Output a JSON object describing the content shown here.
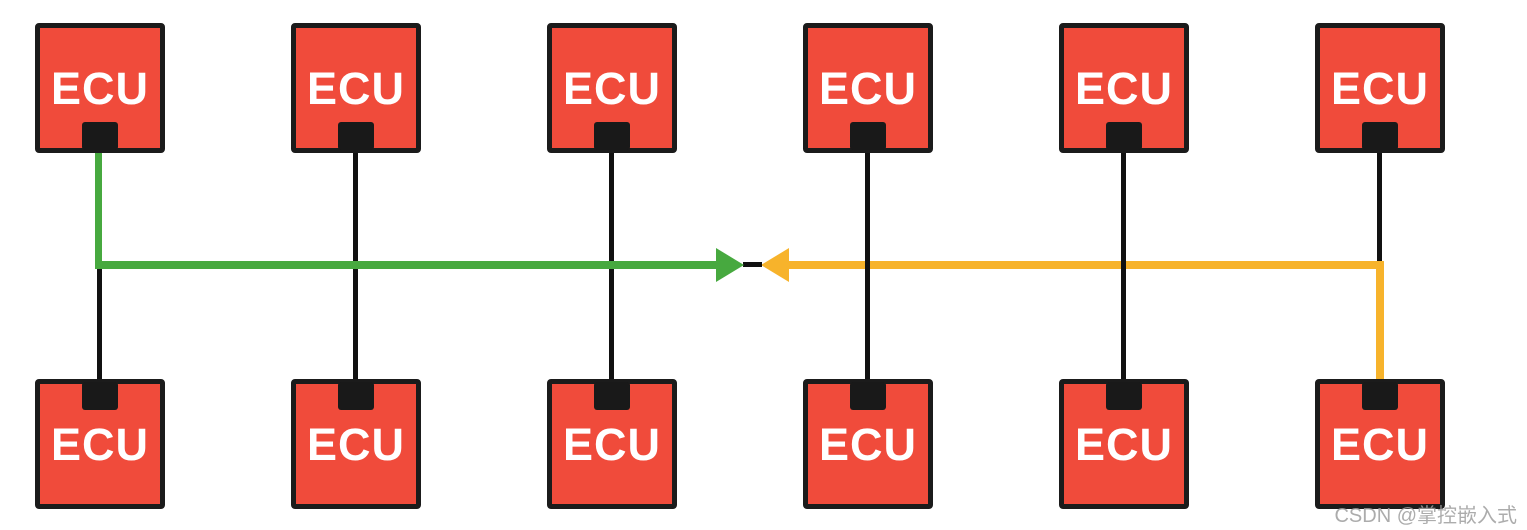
{
  "diagram": {
    "type": "can-bus-topology",
    "top_row": [
      {
        "label": "ECU"
      },
      {
        "label": "ECU"
      },
      {
        "label": "ECU"
      },
      {
        "label": "ECU"
      },
      {
        "label": "ECU"
      },
      {
        "label": "ECU"
      }
    ],
    "bottom_row": [
      {
        "label": "ECU"
      },
      {
        "label": "ECU"
      },
      {
        "label": "ECU"
      },
      {
        "label": "ECU"
      },
      {
        "label": "ECU"
      },
      {
        "label": "ECU"
      }
    ],
    "bus": {
      "left_segment": {
        "color_name": "green",
        "hex": "#47A93F",
        "arrow_direction": "right"
      },
      "right_segment": {
        "color_name": "orange",
        "hex": "#F7B32B",
        "arrow_direction": "left"
      }
    },
    "colors": {
      "node_fill": "#F04B3B",
      "node_border": "#1B1B1B",
      "connector_tab": "#191919",
      "wire": "#111111",
      "background": "#FFFFFF"
    }
  },
  "watermark": {
    "text": "CSDN @掌控嵌入式",
    "color": "#9E9E9E"
  }
}
